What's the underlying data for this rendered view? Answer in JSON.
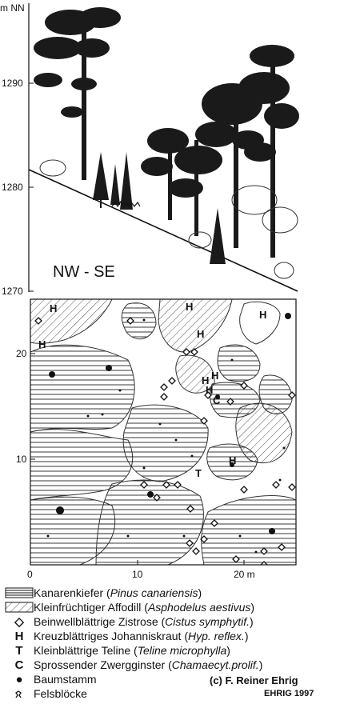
{
  "profile": {
    "axis_unit": "m NN",
    "y_ticks": [
      "1290",
      "1280",
      "1270"
    ],
    "direction": "NW - SE"
  },
  "plot": {
    "y_ticks": [
      "20",
      "10"
    ],
    "x_ticks": [
      "0",
      "10",
      "20 m"
    ],
    "symbol_letters": {
      "H": "H",
      "T": "T",
      "C": "C"
    }
  },
  "legend": [
    {
      "symbol": "",
      "text": "Kanarenkiefer (",
      "latin": "Pinus canariensis",
      "end": ")"
    },
    {
      "symbol": "",
      "text": "Kleinfrüchtiger Affodill (",
      "latin": "Asphodelus aestivus",
      "end": ")"
    },
    {
      "symbol": "◇",
      "text": "Beinwellblättrige Zistrose (",
      "latin": "Cistus symphytif.",
      "end": ")"
    },
    {
      "symbol": "H",
      "text": "Kreuzblättriges Johanniskraut (",
      "latin": "Hyp. reflex.",
      "end": ")"
    },
    {
      "symbol": "T",
      "text": "Kleinblättrige Teline (",
      "latin": "Teline microphylla",
      "end": ")"
    },
    {
      "symbol": "C",
      "text": "Sprossender Zwergginster (",
      "latin": "Chamaecyt.prolif.",
      "end": ")"
    },
    {
      "symbol": "●",
      "text": "Baumstamm",
      "latin": "",
      "end": ""
    },
    {
      "symbol": "",
      "text": "Felsblöcke",
      "latin": "",
      "end": ""
    }
  ],
  "credits": {
    "copyright": "(c) F. Reiner Ehrig",
    "source": "EHRIG 1997"
  }
}
